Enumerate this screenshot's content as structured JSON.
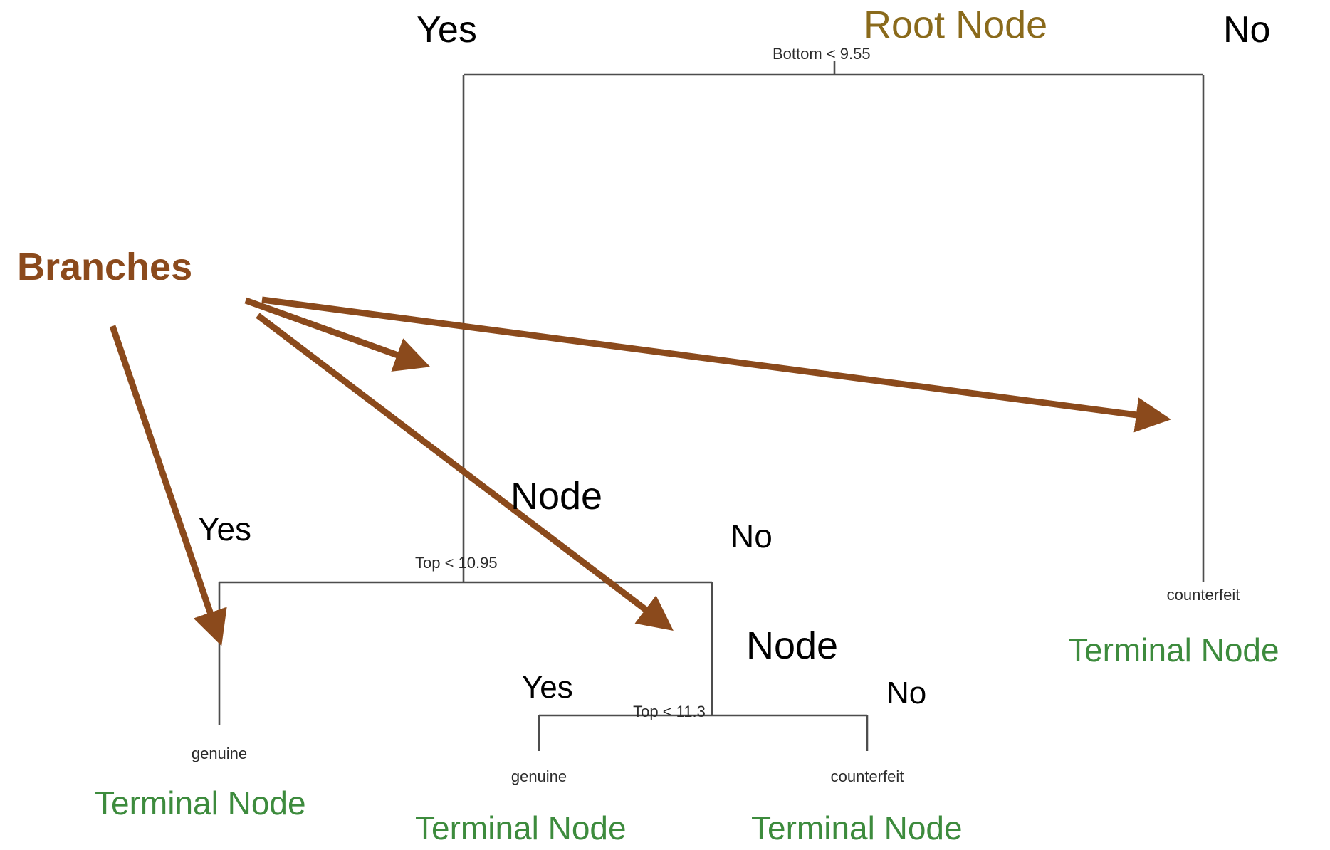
{
  "diagram": {
    "type": "decision-tree",
    "title": "Decision tree anatomy: root node, branches, terminal nodes",
    "colors": {
      "root_label": "#8a6a1b",
      "branches_label": "#8b4a1c",
      "terminal_label": "#3d8b3d",
      "tree_line": "#4d4d4d",
      "arrow": "#8b4a1c",
      "plain_text": "#000000"
    },
    "splits": [
      {
        "id": "root",
        "rule": "Bottom < 9.55",
        "yes_label": "Yes",
        "no_label": "No"
      },
      {
        "id": "node1",
        "rule": "Top < 10.95",
        "yes_label": "Yes",
        "no_label": "No"
      },
      {
        "id": "node2",
        "rule": "Top < 11.3",
        "yes_label": "Yes",
        "no_label": "No"
      }
    ],
    "leaves": [
      {
        "id": "leaf1",
        "class": "genuine"
      },
      {
        "id": "leaf2",
        "class": "genuine"
      },
      {
        "id": "leaf3",
        "class": "counterfeit"
      },
      {
        "id": "leaf4",
        "class": "counterfeit"
      }
    ],
    "annotations": {
      "root_node": "Root Node",
      "branches": "Branches",
      "node_mid": "Node",
      "node_low": "Node",
      "terminal_node": "Terminal Node"
    }
  },
  "texts": {
    "yes_top": "Yes",
    "no_top": "No",
    "yes_mid": "Yes",
    "no_mid": "No",
    "yes_low": "Yes",
    "no_low": "No",
    "root_rule": "Bottom < 9.55",
    "mid_rule": "Top < 10.95",
    "low_rule": "Top < 11.3",
    "leaf_genuine_left": "genuine",
    "leaf_genuine_mid": "genuine",
    "leaf_counterfeit_mid": "counterfeit",
    "leaf_counterfeit_right": "counterfeit",
    "root_node_label": "Root Node",
    "branches_label": "Branches",
    "node_label_mid": "Node",
    "node_label_low": "Node",
    "terminal_label_right": "Terminal Node",
    "terminal_label_left": "Terminal Node",
    "terminal_label_mid1": "Terminal Node",
    "terminal_label_mid2": "Terminal Node"
  }
}
